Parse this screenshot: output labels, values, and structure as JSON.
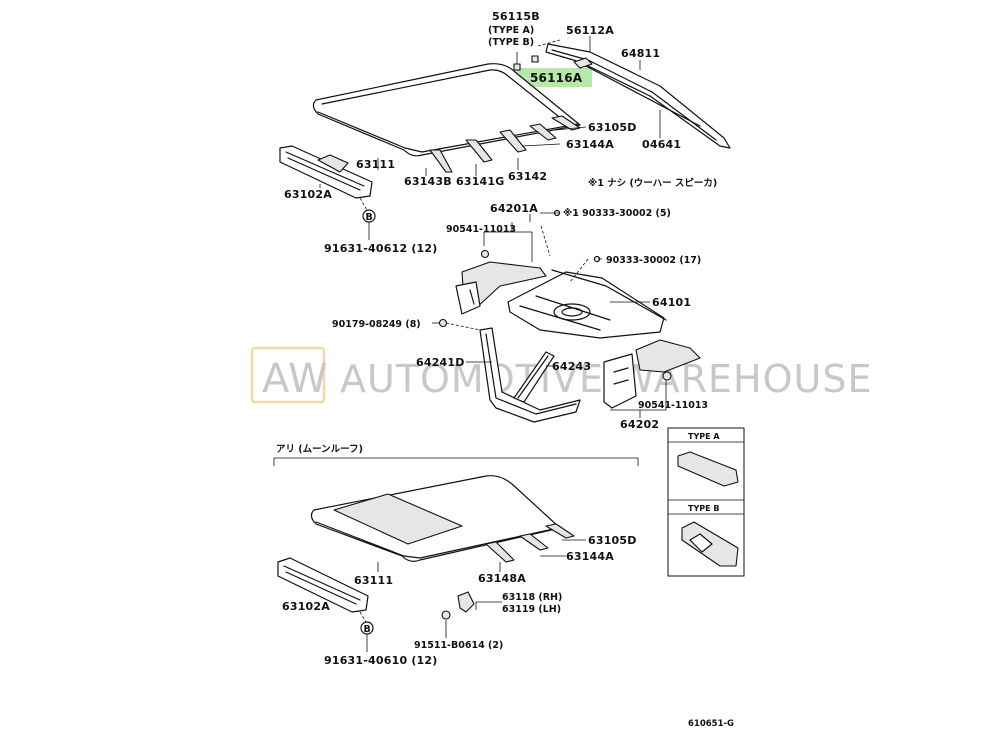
{
  "watermark": {
    "logo_text": "AW",
    "text": "AUTOMOTIVE WAREHOUSE"
  },
  "highlight_color": "#a8e49a",
  "diagram_code": "610651-G",
  "notes": {
    "no_speaker": "※1 ナシ (ウーハー スピーカ)",
    "moon_roof": "アリ (ムーンルーフ)"
  },
  "legend": {
    "type_a": "TYPE A",
    "type_b": "TYPE B"
  },
  "labels": {
    "p56115B": "56115B",
    "p56115B_typeA": "(TYPE  A)",
    "p56115B_typeB": "(TYPE  B)",
    "p56112A": "56112A",
    "p64811": "64811",
    "p56116A": "56116A",
    "p63105D": "63105D",
    "p63144A": "63144A",
    "p04641": "04641",
    "p63111": "63111",
    "p63143B": "63143B",
    "p63141G": "63141G",
    "p63142": "63142",
    "p63102A": "63102A",
    "bolt_B": "B",
    "p91631_40612": "91631-40612 (12)",
    "p64201A": "64201A",
    "p90333_5": "※1 90333-30002 (5)",
    "p90541_1": "90541-11013",
    "p90333_17": "90333-30002 (17)",
    "p64101": "64101",
    "p90179": "90179-08249 (8)",
    "p64241D": "64241D",
    "p64243": "64243",
    "p90541_2": "90541-11013",
    "p64202": "64202",
    "p63105D_b": "63105D",
    "p63144A_b": "63144A",
    "p63111_b": "63111",
    "p63148A": "63148A",
    "p63102A_b": "63102A",
    "p63118": "63118 (RH)",
    "p63119": "63119 (LH)",
    "p91511": "91511-B0614 (2)",
    "bolt_B2": "B",
    "p91631_40610": "91631-40610 (12)"
  }
}
